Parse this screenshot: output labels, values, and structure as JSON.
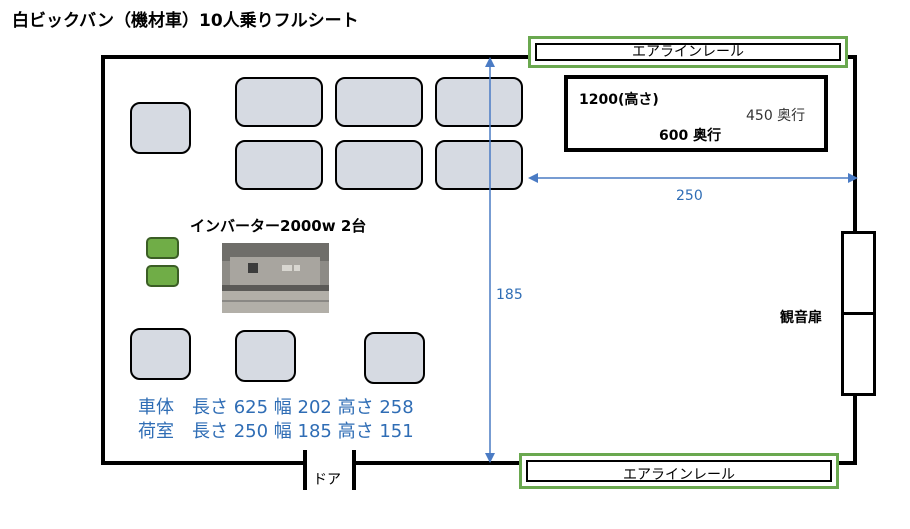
{
  "title": "白ビックバン（機材車）10人乗りフルシート",
  "rails": {
    "top_label": "エアラインレール",
    "bottom_label": "エアラインレール"
  },
  "cargo": {
    "height_label": "1200(高さ)",
    "depth_label_gray": "450 奥行",
    "depth_label_bold": "600 奥行"
  },
  "inverter": {
    "label": "インバーター2000w 2台"
  },
  "measurements": {
    "width": "250",
    "length": "185"
  },
  "side_door": {
    "label": "観音扉"
  },
  "door": {
    "label": "ドア"
  },
  "dimensions": {
    "row1": "車体　長さ 625 幅 202 高さ 258",
    "row2": "荷室　長さ 250 幅 185 高さ 151"
  },
  "colors": {
    "rail_green": "#6aa84f",
    "battery_green": "#70ad47",
    "seat_fill": "#d6dae2",
    "measure_blue": "#2f6db5"
  }
}
